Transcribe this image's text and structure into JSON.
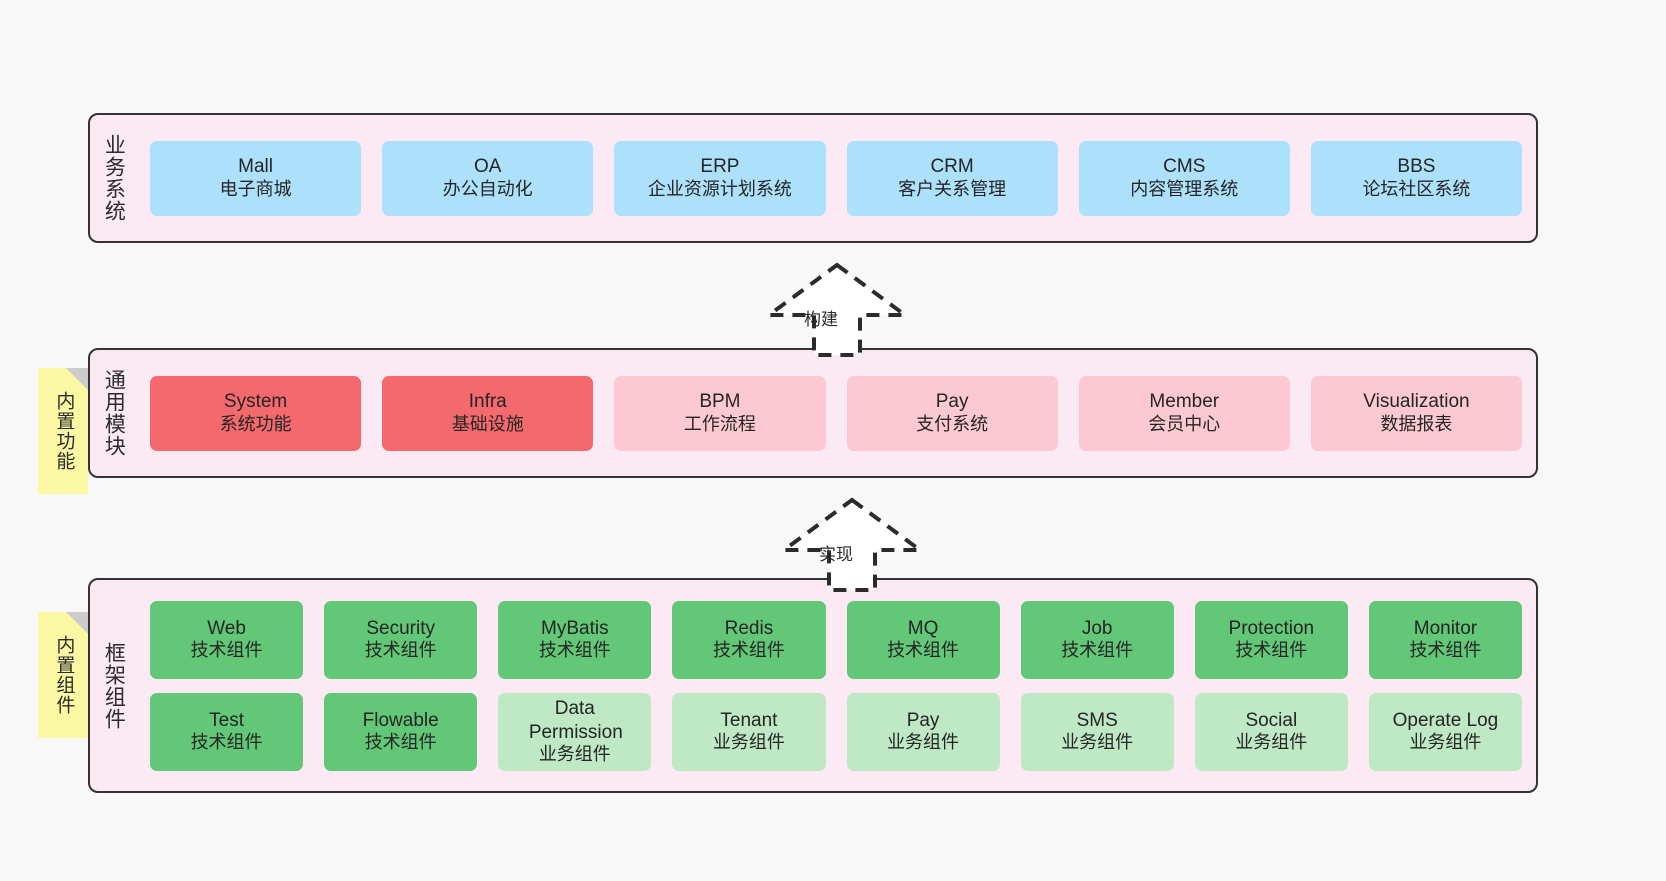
{
  "diagram": {
    "background_color": "#f8f8f8",
    "panel_color": "#fbeaf4",
    "panel_border_color": "#333333",
    "note_color": "#fbf8a4",
    "colors": {
      "business": "#ace0fb",
      "module_core": "#f4696e",
      "module_optional": "#fcc9d2",
      "framework_tech": "#62c777",
      "framework_business": "#bfe8c4"
    }
  },
  "layers": [
    {
      "id": "business-system",
      "title": "业务系统",
      "note": null,
      "rows": [
        {
          "cards": [
            {
              "en": "Mall",
              "cn": "电子商城",
              "color": "blue"
            },
            {
              "en": "OA",
              "cn": "办公自动化",
              "color": "blue"
            },
            {
              "en": "ERP",
              "cn": "企业资源计划系统",
              "color": "blue"
            },
            {
              "en": "CRM",
              "cn": "客户关系管理",
              "color": "blue"
            },
            {
              "en": "CMS",
              "cn": "内容管理系统",
              "color": "blue"
            },
            {
              "en": "BBS",
              "cn": "论坛社区系统",
              "color": "blue"
            }
          ]
        }
      ]
    },
    {
      "id": "common-module",
      "title": "通用模块",
      "note": "内置功能",
      "rows": [
        {
          "cards": [
            {
              "en": "System",
              "cn": "系统功能",
              "color": "red"
            },
            {
              "en": "Infra",
              "cn": "基础设施",
              "color": "red"
            },
            {
              "en": "BPM",
              "cn": "工作流程",
              "color": "pink"
            },
            {
              "en": "Pay",
              "cn": "支付系统",
              "color": "pink"
            },
            {
              "en": "Member",
              "cn": "会员中心",
              "color": "pink"
            },
            {
              "en": "Visualization",
              "cn": "数据报表",
              "color": "pink"
            }
          ]
        }
      ]
    },
    {
      "id": "framework-component",
      "title": "框架组件",
      "note": "内置组件",
      "rows": [
        {
          "cards": [
            {
              "en": "Web",
              "cn": "技术组件",
              "color": "green"
            },
            {
              "en": "Security",
              "cn": "技术组件",
              "color": "green"
            },
            {
              "en": "MyBatis",
              "cn": "技术组件",
              "color": "green"
            },
            {
              "en": "Redis",
              "cn": "技术组件",
              "color": "green"
            },
            {
              "en": "MQ",
              "cn": "技术组件",
              "color": "green"
            },
            {
              "en": "Job",
              "cn": "技术组件",
              "color": "green"
            },
            {
              "en": "Protection",
              "cn": "技术组件",
              "color": "green"
            },
            {
              "en": "Monitor",
              "cn": "技术组件",
              "color": "green"
            }
          ]
        },
        {
          "cards": [
            {
              "en": "Test",
              "cn": "技术组件",
              "color": "green"
            },
            {
              "en": "Flowable",
              "cn": "技术组件",
              "color": "green"
            },
            {
              "en": "Data Permission",
              "cn": "业务组件",
              "color": "green-light"
            },
            {
              "en": "Tenant",
              "cn": "业务组件",
              "color": "green-light"
            },
            {
              "en": "Pay",
              "cn": "业务组件",
              "color": "green-light"
            },
            {
              "en": "SMS",
              "cn": "业务组件",
              "color": "green-light"
            },
            {
              "en": "Social",
              "cn": "业务组件",
              "color": "green-light"
            },
            {
              "en": "Operate Log",
              "cn": "业务组件",
              "color": "green-light"
            }
          ]
        }
      ]
    }
  ],
  "connectors": [
    {
      "id": "build",
      "label": "构建",
      "from": "common-module",
      "to": "business-system"
    },
    {
      "id": "implement",
      "label": "实现",
      "from": "framework-component",
      "to": "common-module"
    }
  ]
}
